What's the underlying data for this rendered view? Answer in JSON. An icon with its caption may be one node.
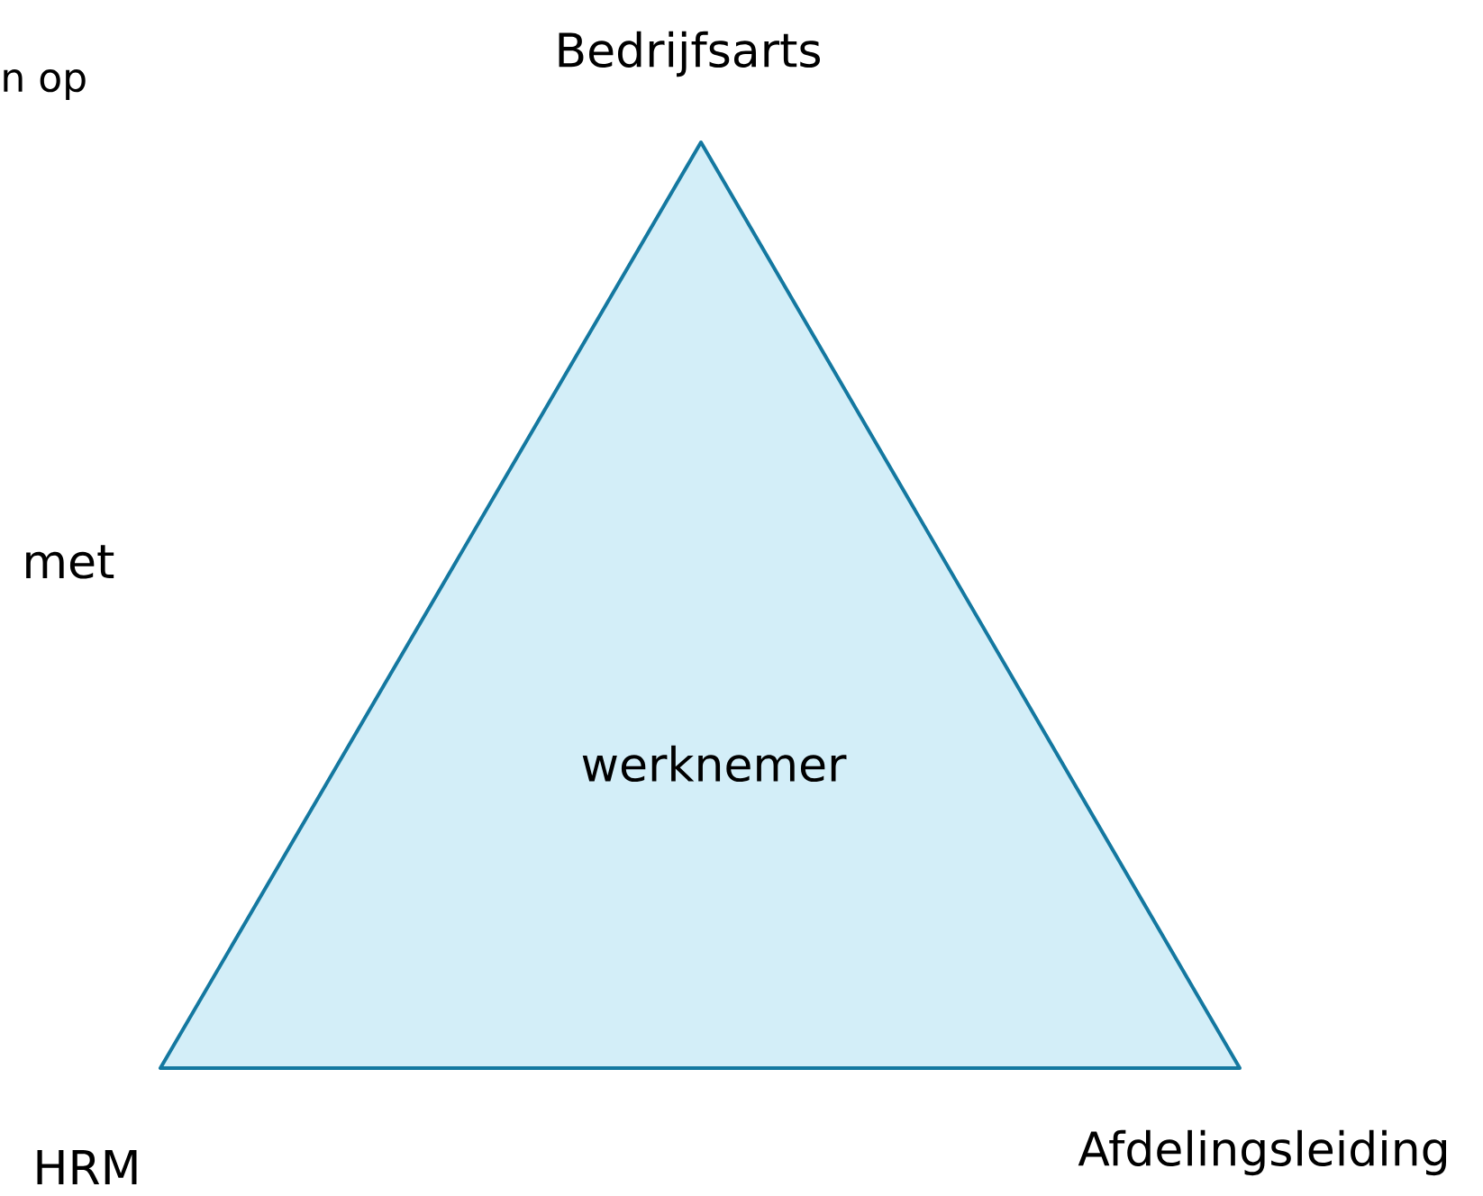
{
  "diagram": {
    "nodes": [
      {
        "text": [
          "werknemer"
        ]
      }
    ],
    "edges": [],
    "labels": [
      "n op",
      "Bedrijfsarts",
      "met",
      "HRM",
      "Afdelingsleiding"
    ]
  }
}
